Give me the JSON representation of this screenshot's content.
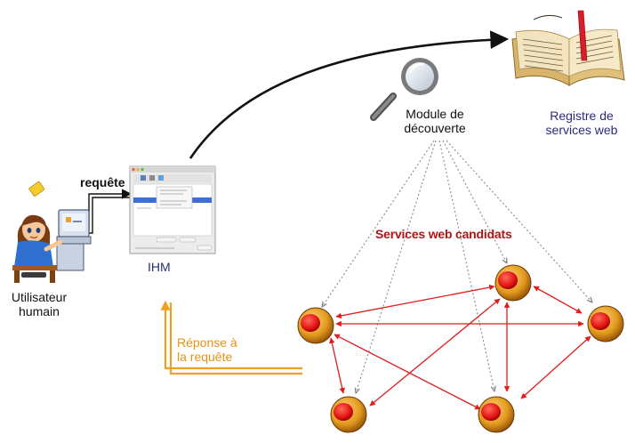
{
  "labels": {
    "user": "Utilisateur\nhumain",
    "request": "requête",
    "ihm": "IHM",
    "discovery_module": "Module de\ndécouverte",
    "registry": "Registre de\nservices web",
    "candidate_services": "Services web candidats",
    "response": "Réponse à\nla requête"
  },
  "colors": {
    "main_arrow": "#111111",
    "discovery_arrows": "#9a9a9a",
    "service_links": "#e21b1b",
    "response_arrow": "#f0a020",
    "registry_label": "#2b2a7a",
    "ihm_label": "#23317a",
    "candidate_label": "#b01515",
    "service_node_outer": "#e39a1e",
    "service_node_inner": "#e01010"
  },
  "icons": [
    "user-at-computer-icon",
    "ihm-window-icon",
    "magnifier-icon",
    "open-book-icon",
    "service-node-icon"
  ]
}
